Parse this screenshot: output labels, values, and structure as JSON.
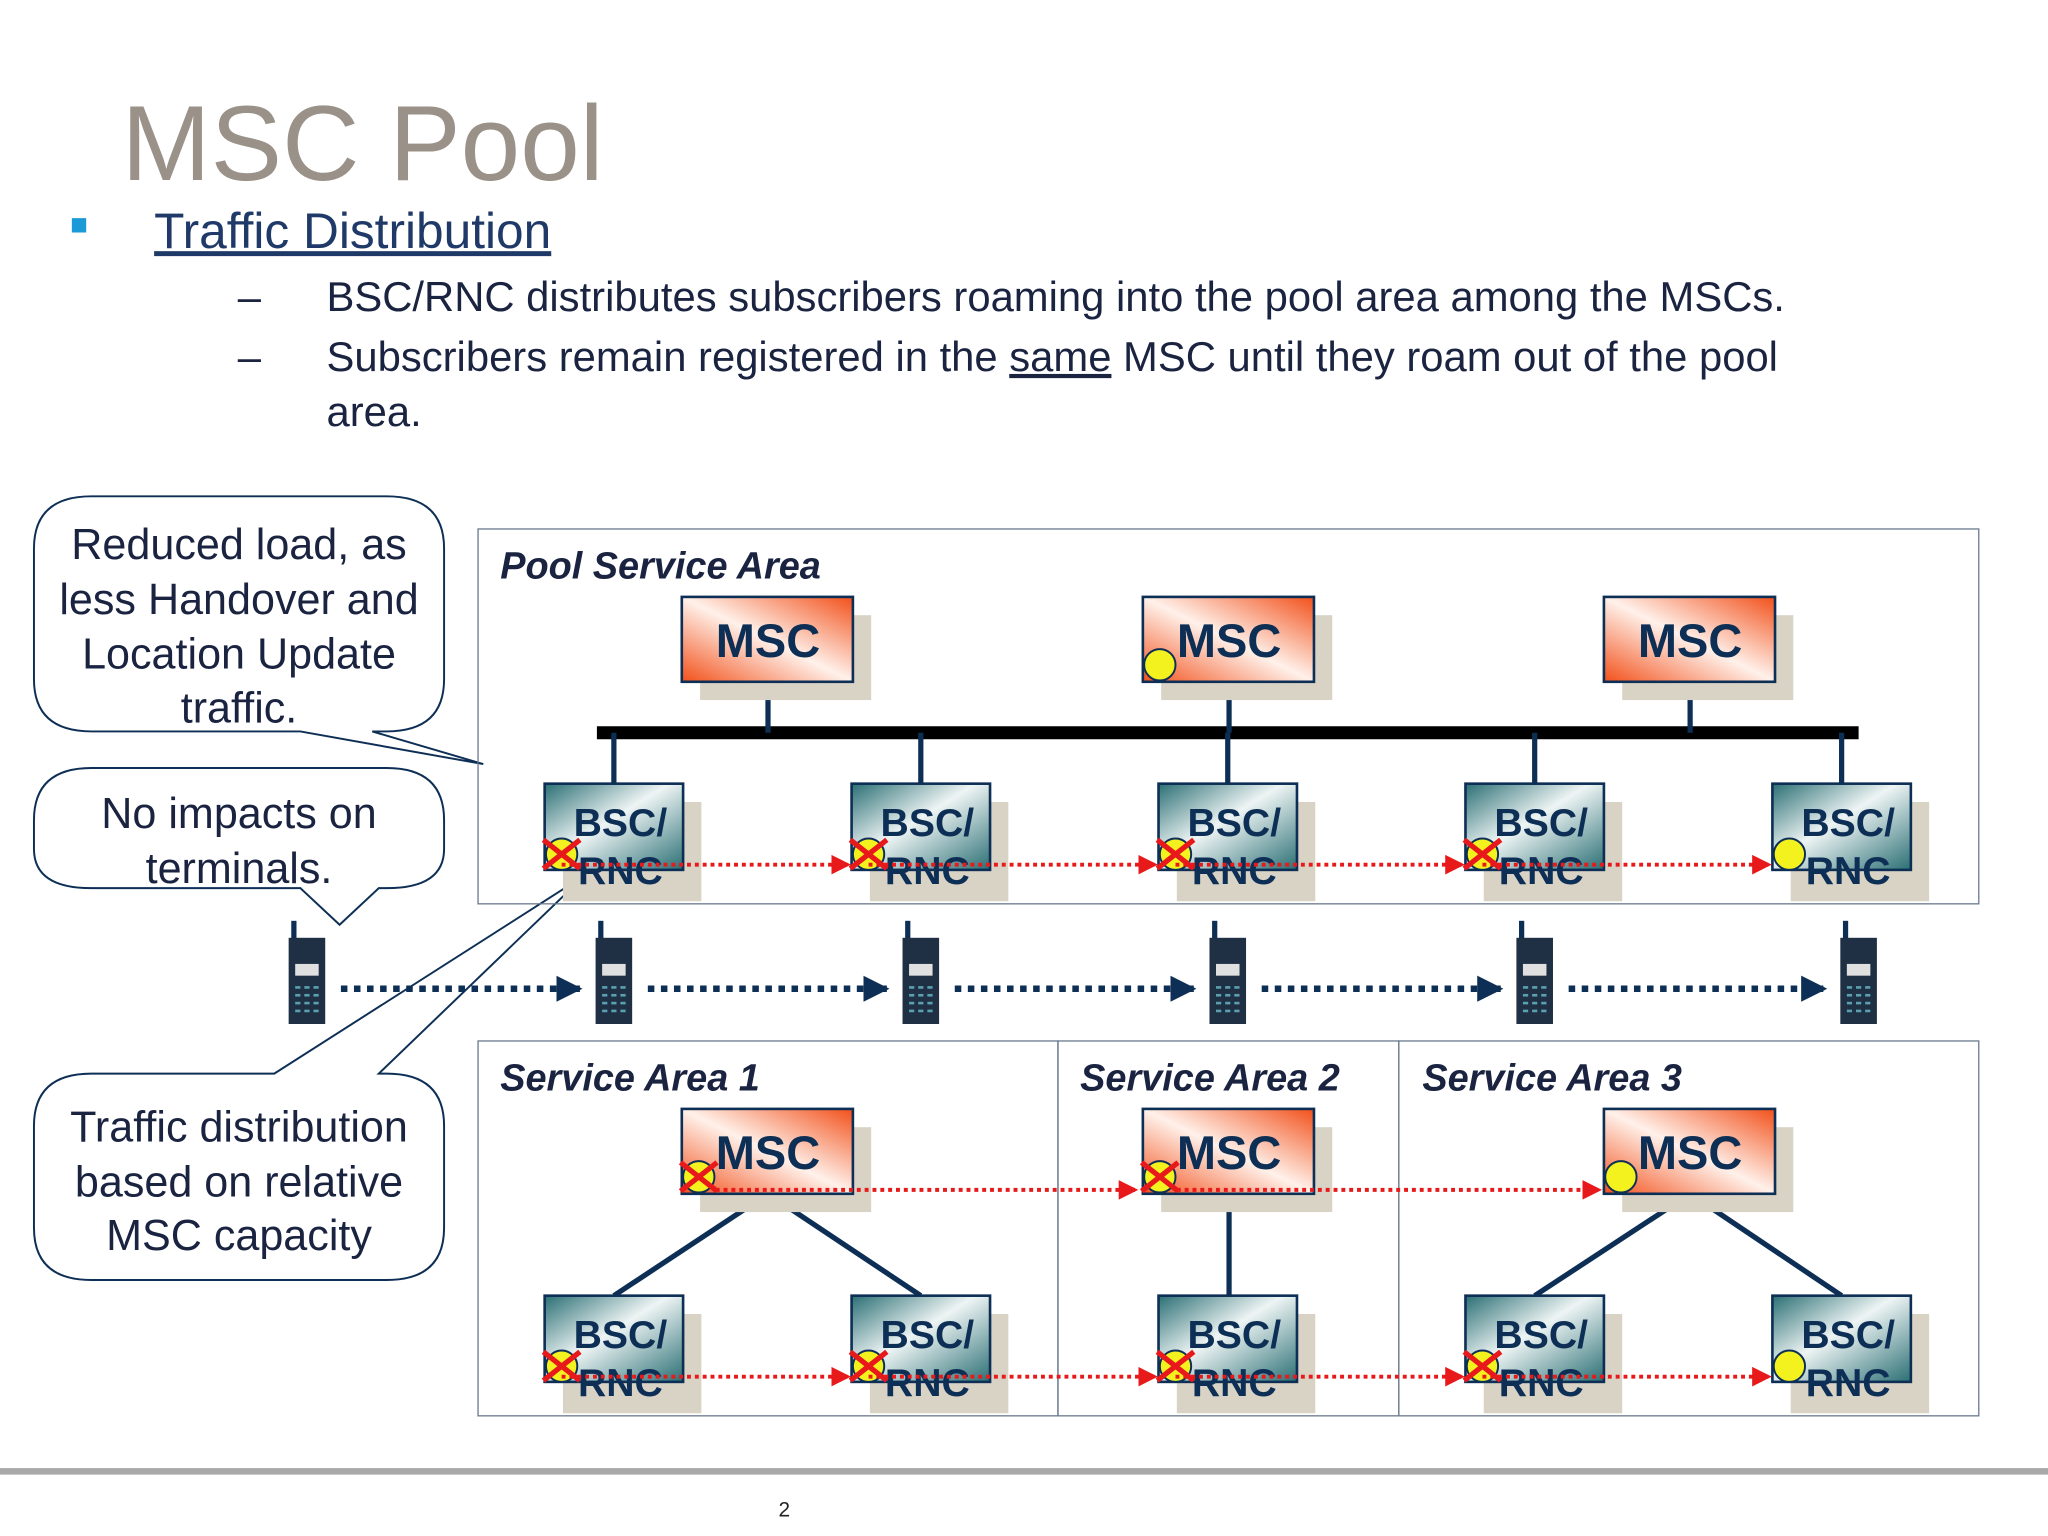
{
  "slide": {
    "title": "MSC Pool",
    "bullet": "Traffic Distribution",
    "sub_bullets": [
      {
        "dash": "–",
        "lines": [
          "BSC/RNC distributes subscribers roaming into the pool area among the MSCs."
        ]
      },
      {
        "dash": "–",
        "pre": "Subscribers remain registered in the ",
        "underlined": "same",
        "post": " MSC until they roam out of the pool",
        "line2": "area."
      }
    ],
    "page_number": "2"
  },
  "callouts": [
    {
      "lines": [
        "Reduced load, as",
        "less Handover and",
        "Location Update",
        "traffic."
      ]
    },
    {
      "lines": [
        "No impacts on",
        "terminals."
      ]
    },
    {
      "lines": [
        "Traffic distribution",
        "based on relative",
        "MSC capacity"
      ]
    }
  ],
  "diagram": {
    "pool_area_label": "Pool Service Area",
    "service_areas": [
      "Service Area 1",
      "Service Area 2",
      "Service Area 3"
    ],
    "msc_label": "MSC",
    "bsc_label_line1": "BSC/",
    "bsc_label_line2": "RNC",
    "pool_msc_markers": [
      "none",
      "active",
      "none"
    ],
    "pool_bsc_markers": [
      "crossed",
      "crossed",
      "crossed",
      "crossed",
      "active"
    ],
    "area_msc_markers": [
      "crossed",
      "crossed",
      "active"
    ],
    "area_bsc_markers": [
      "crossed",
      "crossed",
      "crossed",
      "crossed",
      "active"
    ],
    "phones": 6,
    "colors": {
      "navy": "#0e2f55",
      "msc_orange": "#f2501a",
      "bsc_teal": "#2a6f74",
      "marker_yellow": "#f4f21e",
      "cross_red": "#e8191a",
      "bullet_blue": "#1a9ad6",
      "title_gray": "#9a9189"
    }
  }
}
